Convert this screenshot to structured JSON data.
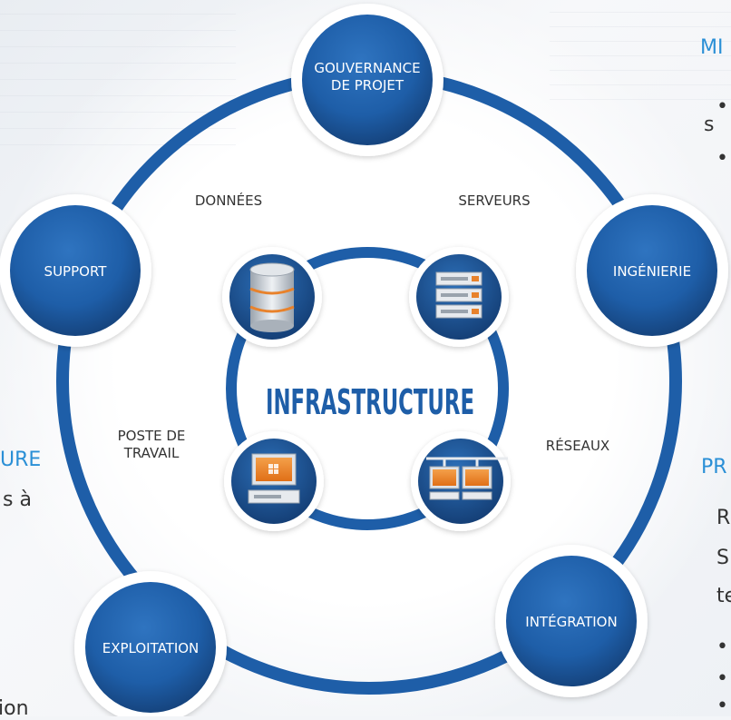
{
  "colors": {
    "primary": "#1e5ea8",
    "primary_dark": "#123f78",
    "accent_blue": "#2a8fd6",
    "orange": "#e8822c"
  },
  "side_text": {
    "top_right_heading": "MI",
    "top_right_line1": "• ",
    "top_right_line2": "s",
    "top_right_line3": "• ",
    "left_heading": "URE",
    "left_line1": "s à",
    "left_line2": "ion",
    "right_heading": "PR",
    "right_line1": "R",
    "right_line2": "S",
    "right_line3": "te",
    "right_bullet1": "•",
    "right_bullet2": "•",
    "right_bullet3": "•"
  },
  "diagram": {
    "center_title": "INFRASTRUCTURE",
    "outer_nodes": {
      "top": [
        "GOUVERNANCE",
        "DE PROJET"
      ],
      "right": "INGÉNIERIE",
      "bottom_right": "INTÉGRATION",
      "bottom_left": "EXPLOITATION",
      "left": "SUPPORT"
    },
    "ring_labels": {
      "donnees": "DONNÉES",
      "serveurs": "SERVEURS",
      "reseaux": "RÉSEAUX",
      "poste": [
        "POSTE DE",
        "TRAVAIL"
      ]
    },
    "inner_icons": {
      "top_left": "database-icon",
      "top_right": "server-icon",
      "bottom_left": "workstation-icon",
      "bottom_right": "network-icon"
    }
  }
}
